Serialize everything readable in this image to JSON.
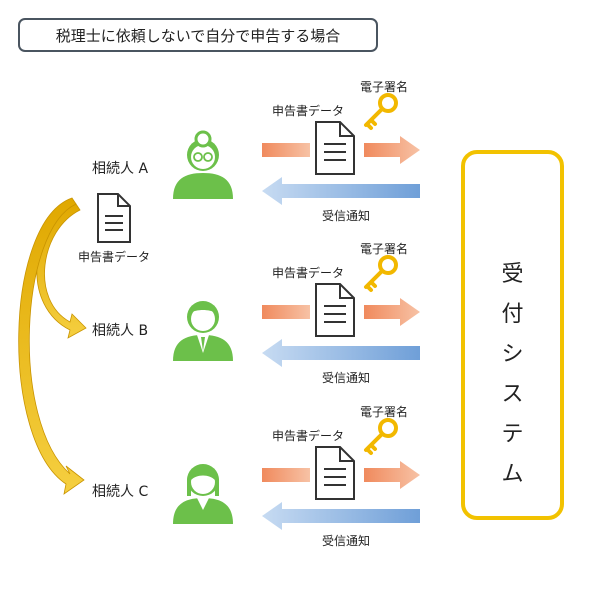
{
  "title": "税理士に依頼しないで自分で申告する場合",
  "heirs": [
    {
      "label": "相続人 A",
      "icon": "person-elderly-woman-icon"
    },
    {
      "label": "相続人 B",
      "icon": "person-man-icon"
    },
    {
      "label": "相続人 C",
      "icon": "person-woman-icon"
    }
  ],
  "shared_doc_label": "申告書データ",
  "rows": [
    {
      "doc_label": "申告書データ",
      "signature_label": "電子署名",
      "notice_label": "受信通知"
    },
    {
      "doc_label": "申告書データ",
      "signature_label": "電子署名",
      "notice_label": "受信通知"
    },
    {
      "doc_label": "申告書データ",
      "signature_label": "電子署名",
      "notice_label": "受信通知"
    }
  ],
  "system": {
    "chars": [
      "受",
      "付",
      "シ",
      "ス",
      "テ",
      "ム"
    ],
    "icon": "building-icon"
  },
  "colors": {
    "person": "#6cc04a",
    "send_arrow": "#f0a07a",
    "receive_arrow": "#8db3e2",
    "key": "#f2b800",
    "share_arrow": "#e8b000",
    "system_border": "#f2c200"
  }
}
